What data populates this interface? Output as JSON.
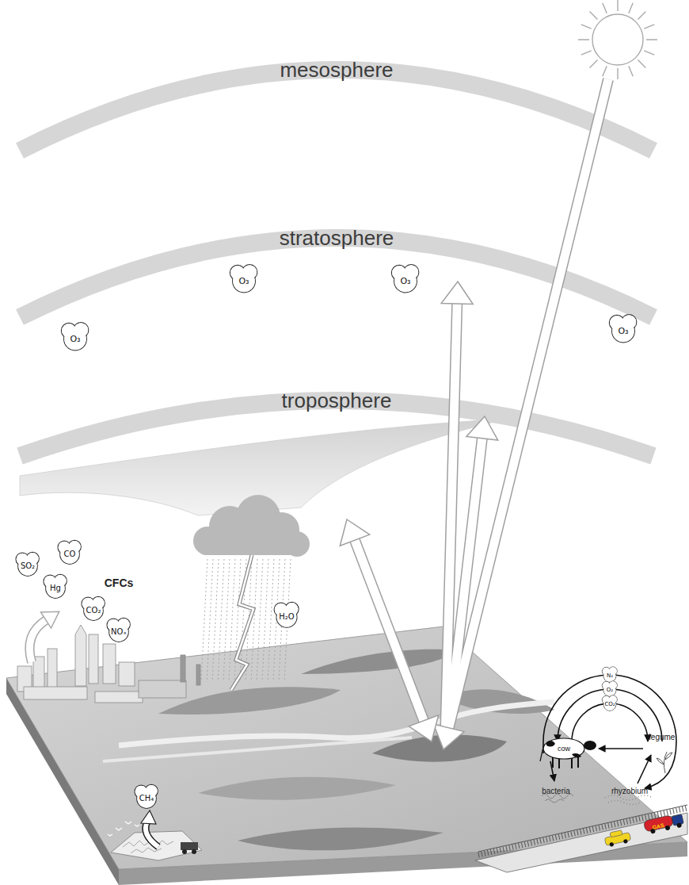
{
  "diagram": {
    "nodes": [
      {
        "text": [
          "mesosphere"
        ]
      },
      {
        "text": [
          "stratosphere"
        ]
      },
      {
        "text": [
          "O₃"
        ]
      },
      {
        "text": [
          "O₃"
        ]
      },
      {
        "text": [
          "O₃"
        ]
      },
      {
        "text": [
          "O₃"
        ]
      },
      {
        "text": [
          "troposphere"
        ]
      },
      {
        "text": [
          "SO₂"
        ]
      },
      {
        "text": [
          "CO"
        ]
      },
      {
        "text": [
          "Hg"
        ]
      },
      {
        "text": [
          "CO₂"
        ]
      },
      {
        "text": [
          "NOₓ"
        ]
      },
      {
        "text": [
          "H₂O"
        ]
      },
      {
        "text": [
          "N₂"
        ]
      },
      {
        "text": [
          "O₂"
        ]
      },
      {
        "text": [
          "CO₂"
        ]
      },
      {
        "text": [
          "CH₄"
        ]
      }
    ],
    "labels": [
      "CFCs",
      "cow",
      "legume",
      "bacteria",
      "rhyzobium",
      "GAS"
    ]
  }
}
